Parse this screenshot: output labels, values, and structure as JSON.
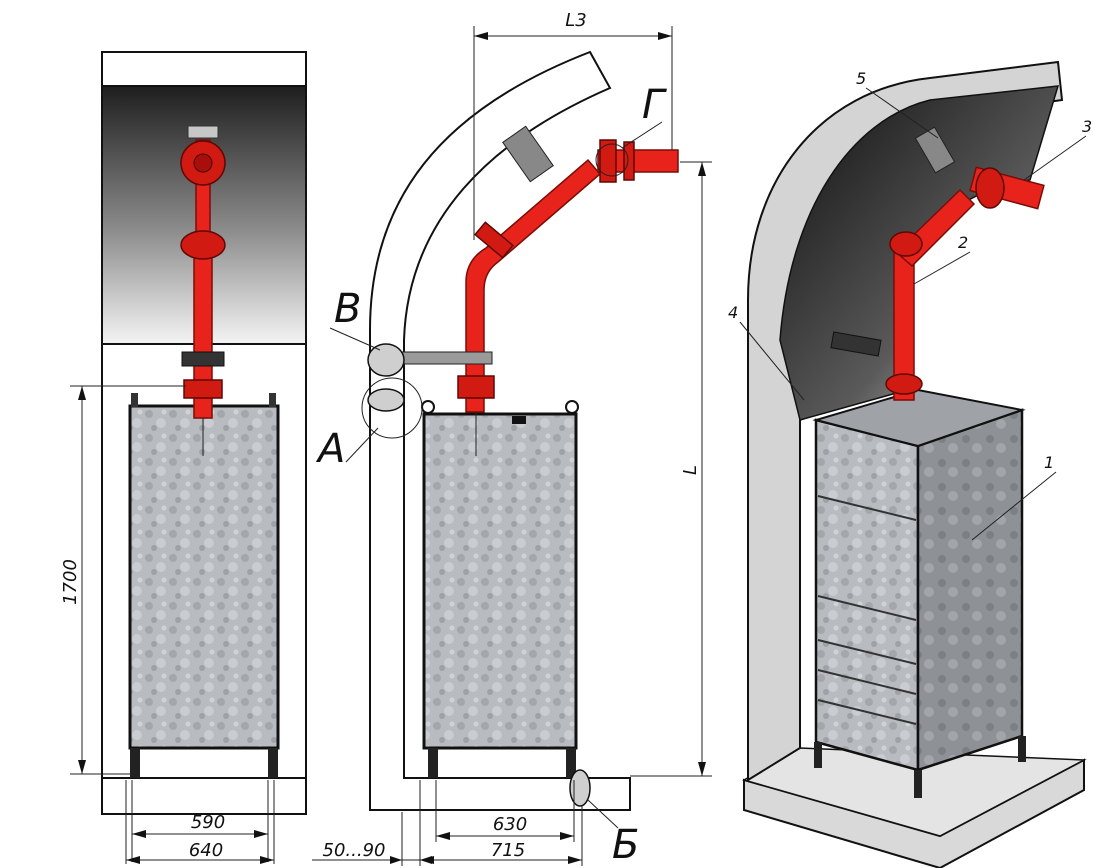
{
  "dimensions": {
    "width_inner": "590",
    "width_outer": "640",
    "height": "1700",
    "gap": "50...90",
    "side_inner": "630",
    "side_outer": "715",
    "length": "L",
    "reach": "L3"
  },
  "callouts": {
    "a": "A",
    "b": "Б",
    "v": "В",
    "g": "Г"
  },
  "parts": {
    "p1": "1",
    "p2": "2",
    "p3": "3",
    "p4": "4",
    "p5": "5"
  },
  "colors": {
    "pipe": "#e8231c",
    "cabinet": "#b9bcc0",
    "concrete": "#d9d9d9"
  }
}
